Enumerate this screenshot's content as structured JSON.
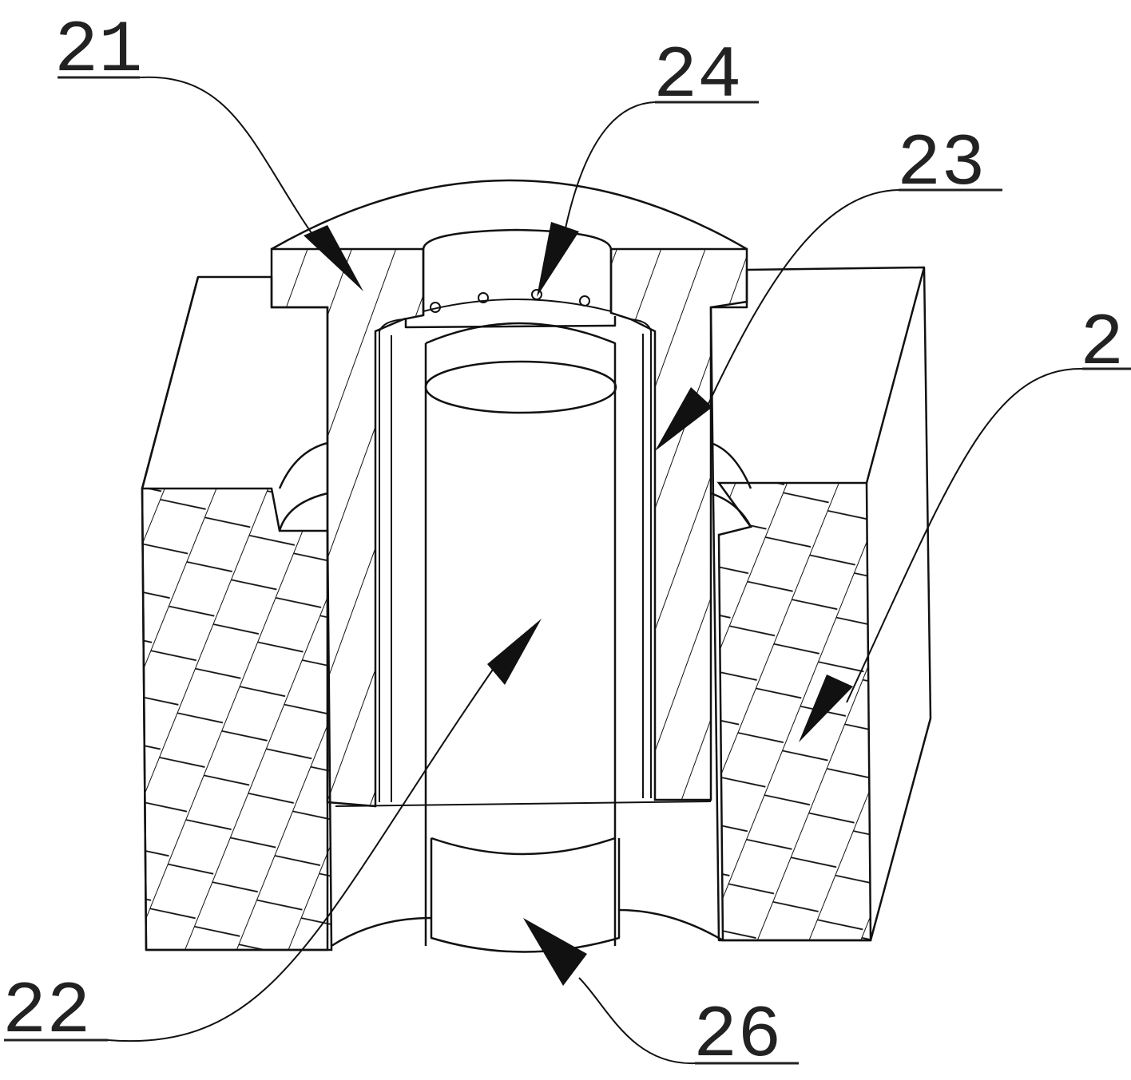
{
  "diagram": {
    "labels": [
      {
        "id": "21",
        "text": "21"
      },
      {
        "id": "24",
        "text": "24"
      },
      {
        "id": "23",
        "text": "23"
      },
      {
        "id": "2",
        "text": "2"
      },
      {
        "id": "22",
        "text": "22"
      },
      {
        "id": "26",
        "text": "26"
      }
    ]
  }
}
